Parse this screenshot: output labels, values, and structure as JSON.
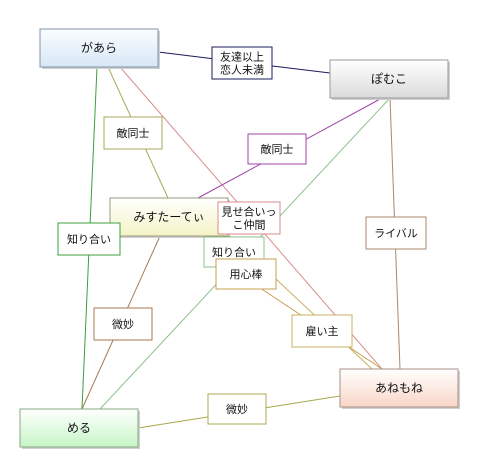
{
  "nodes": [
    {
      "id": "gaara",
      "label": "があら",
      "fill_top": "#fbfdff",
      "fill_bottom": "#d7e7f6",
      "border": "#7f95ab"
    },
    {
      "id": "pomuko",
      "label": "ぽむこ",
      "fill_top": "#ffffff",
      "fill_bottom": "#dadada",
      "border": "#9a9a9a"
    },
    {
      "id": "mystery",
      "label": "みすたーてぃ",
      "fill_top": "#ffffff",
      "fill_bottom": "#f4f3c6",
      "border": "#9a9a7e"
    },
    {
      "id": "anemone",
      "label": "あねもね",
      "fill_top": "#ffffff",
      "fill_bottom": "#f9d6c7",
      "border": "#ab8f86"
    },
    {
      "id": "meru",
      "label": "める",
      "fill_top": "#ffffff",
      "fill_bottom": "#c6f5c6",
      "border": "#86a886"
    }
  ],
  "edges": [
    {
      "from": "gaara",
      "to": "pomuko",
      "label_lines": [
        "友達以上",
        "恋人未満"
      ],
      "color": "#1b1b5e"
    },
    {
      "from": "gaara",
      "to": "mystery",
      "label_lines": [
        "敵同士"
      ],
      "color": "#a8a85a"
    },
    {
      "from": "gaara",
      "to": "anemone",
      "label_lines": [
        "見せ合いっ",
        "こ仲間"
      ],
      "color": "#d98c8c"
    },
    {
      "from": "gaara",
      "to": "meru",
      "label_lines": [
        "知り合い"
      ],
      "color": "#3f9e3f"
    },
    {
      "from": "pomuko",
      "to": "mystery",
      "label_lines": [
        "敵同士"
      ],
      "color": "#a044a8"
    },
    {
      "from": "pomuko",
      "to": "anemone",
      "label_lines": [
        "ライバル"
      ],
      "color": "#a88a70"
    },
    {
      "from": "pomuko",
      "to": "meru",
      "label_lines": [
        "知り合い"
      ],
      "color": "#8cc28c"
    },
    {
      "from": "mystery",
      "to": "anemone",
      "label_lines": [
        "用心棒"
      ],
      "color": "#c8a050"
    },
    {
      "from": "mystery",
      "to": "meru",
      "label_lines": [
        "微妙"
      ],
      "color": "#a87a50"
    },
    {
      "from": "anemone",
      "to": "meru",
      "label_lines": [
        "微妙"
      ],
      "color": "#a8a850"
    },
    {
      "from": "meru",
      "to": "anemone",
      "label_lines": [
        "雇い主"
      ],
      "color": "#c8b060"
    }
  ]
}
